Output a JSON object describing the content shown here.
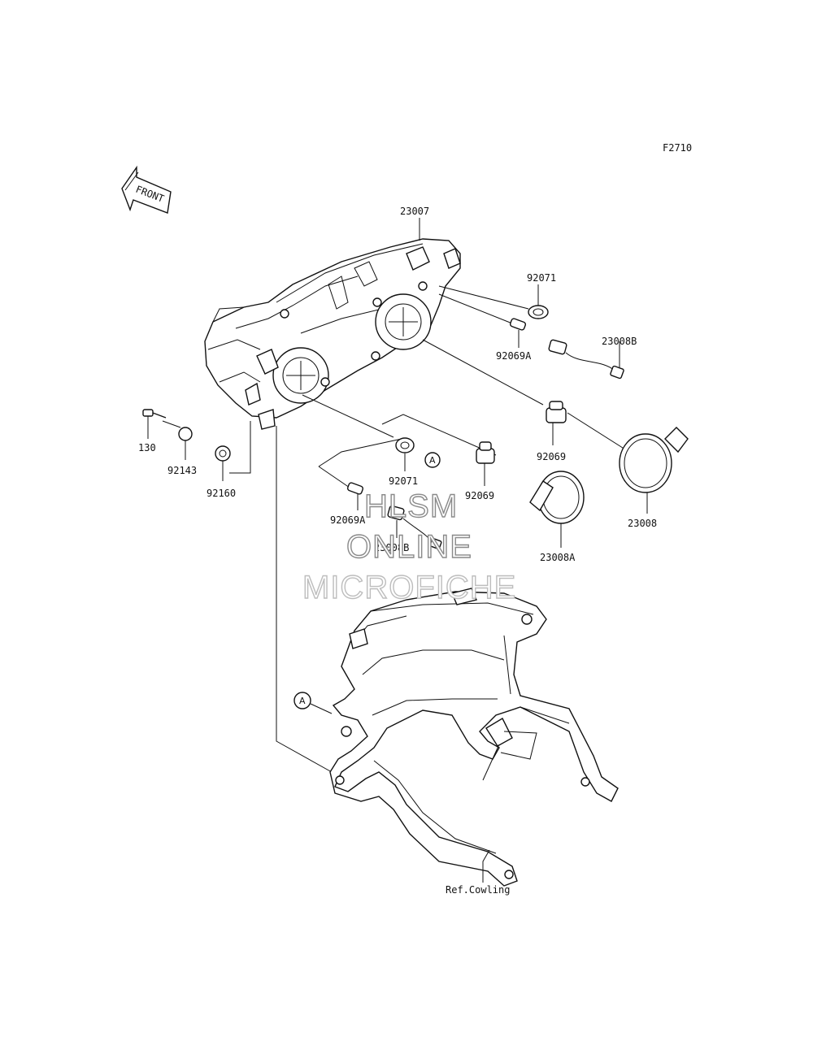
{
  "figure_code": "F2710",
  "front_badge": "FRONT",
  "callouts": {
    "p23007": "23007",
    "p92071_top": "92071",
    "p92069A_top": "92069A",
    "p23008B_top": "23008B",
    "p92069_right": "92069",
    "p23008": "23008",
    "p130": "130",
    "p92143": "92143",
    "p92160": "92160",
    "p92071_mid": "92071",
    "p92069_mid": "92069",
    "p92069A_bottom": "92069A",
    "p23008B_bottom": "23008B",
    "p23008A": "23008A",
    "ref_cowling": "Ref.Cowling"
  },
  "ref_markers": {
    "marker_top": "A",
    "marker_bottom": "A"
  },
  "watermark": {
    "line1": "HLSM",
    "line2": "ONLINE",
    "line3": "MICROFICHE"
  }
}
